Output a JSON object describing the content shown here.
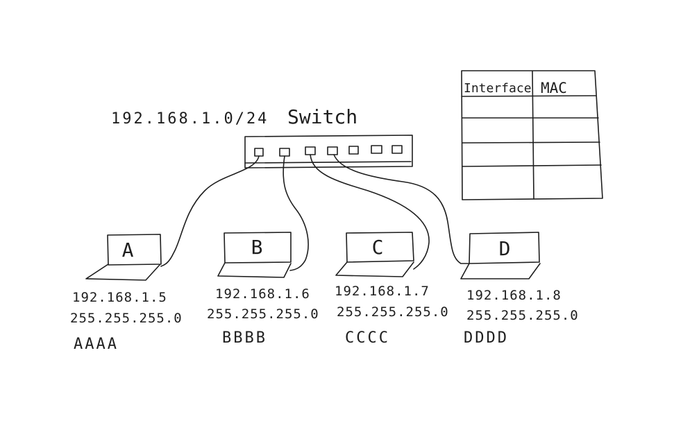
{
  "network": {
    "subnet": "192.168.1.0/24"
  },
  "switch": {
    "label": "Switch",
    "port_count": 7
  },
  "mac_table": {
    "headers": [
      "Interface",
      "MAC"
    ],
    "rows": [
      [
        "",
        ""
      ],
      [
        "",
        ""
      ],
      [
        "",
        ""
      ]
    ]
  },
  "hosts": [
    {
      "name": "A",
      "ip": "192.168.1.5",
      "mask": "255.255.255.0",
      "mac": "AAAA"
    },
    {
      "name": "B",
      "ip": "192.168.1.6",
      "mask": "255.255.255.0",
      "mac": "BBBB"
    },
    {
      "name": "C",
      "ip": "192.168.1.7",
      "mask": "255.255.255.0",
      "mac": "CCCC"
    },
    {
      "name": "D",
      "ip": "192.168.1.8",
      "mask": "255.255.255.0",
      "mac": "DDDD"
    }
  ]
}
